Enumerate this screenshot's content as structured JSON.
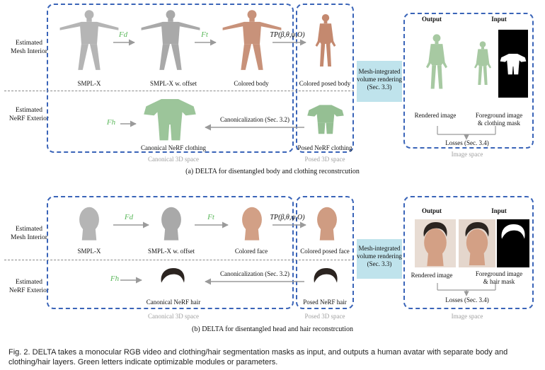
{
  "colors": {
    "box_border": "#3a64b8",
    "green_label": "#5cb85c",
    "render_band": "#bfe3ec",
    "mesh_gray": "#b5b5b5",
    "skin": "#c8927a",
    "cloth": "#9cc59a"
  },
  "panel_a": {
    "row_label_mesh": "Estimated\nMesh Interior",
    "row_label_nerf": "Estimated\nNeRF Exterior",
    "smplx": "SMPL-X",
    "smplx_offset": "SMPL-X w. offset",
    "colored": "Colored body",
    "colored_posed": "Colored posed body",
    "fd": "Fd",
    "ft": "Ft",
    "fh": "Fh",
    "tp": "TP(β,θ,ψ,O)",
    "canonicalization": "Canonicalization (Sec. 3.2)",
    "canonical_nerf": "Canonical NeRF clothing",
    "posed_nerf": "Posed NeRF clothing",
    "canonical_space": "Canonical 3D space",
    "posed_space": "Posed 3D space",
    "render": "Mesh-integrated\nvolume rendering\n(Sec. 3.3)",
    "output": "Output",
    "input": "Input",
    "rendered": "Rendered image",
    "foreground": "Foreground image\n& clothing mask",
    "losses": "Losses (Sec. 3.4)",
    "image_space": "Image space",
    "caption": "(a) DELTA for disentangled body and clothing reconstrcution"
  },
  "panel_b": {
    "row_label_mesh": "Estimated\nMesh Interior",
    "row_label_nerf": "Estimated\nNeRF Exterior",
    "smplx": "SMPL-X",
    "smplx_offset": "SMPL-X w. offset",
    "colored": "Colored face",
    "colored_posed": "Colored posed face",
    "fd": "Fd",
    "ft": "Ft",
    "fh": "Fh",
    "tp": "TP(β,θ,ψ,O)",
    "canonicalization": "Canonicalization (Sec. 3.2)",
    "canonical_nerf": "Canonical NeRF hair",
    "posed_nerf": "Posed NeRF hair",
    "canonical_space": "Canonical 3D space",
    "posed_space": "Posed 3D space",
    "render": "Mesh-integrated\nvolume rendering\n(Sec. 3.3)",
    "output": "Output",
    "input": "Input",
    "rendered": "Rendered image",
    "foreground": "Foreground image\n& hair mask",
    "losses": "Losses (Sec. 3.4)",
    "image_space": "Image space",
    "caption": "(b) DELTA for disentangled head and hair reconstrcution"
  },
  "figure_caption": "Fig. 2.  DELTA takes a monocular RGB video and clothing/hair segmentation masks as input, and outputs a human avatar with separate body and clothing/hair layers. Green letters indicate optimizable modules or parameters."
}
